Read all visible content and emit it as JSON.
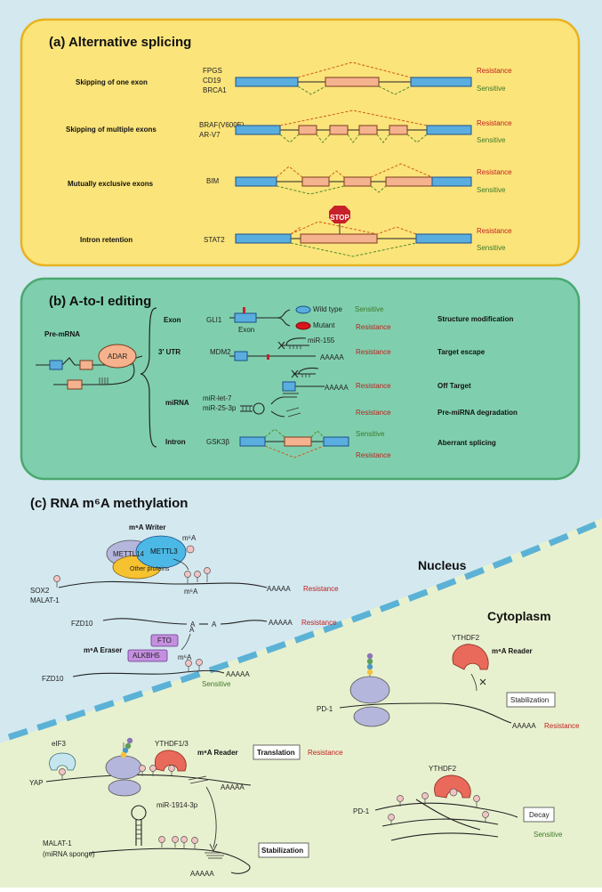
{
  "panel_a": {
    "title": "(a)  Alternative splicing",
    "rows": [
      {
        "type": "Skipping of one exon",
        "genes": [
          "FPGS",
          "CD19",
          "BRCA1"
        ],
        "resistance": "Resistance",
        "sensitive": "Sensitive"
      },
      {
        "type": "Skipping of multiple exons",
        "genes": [
          "BRAF(V600E)",
          "AR-V7"
        ],
        "resistance": "Resistance",
        "sensitive": "Sensitive"
      },
      {
        "type": "Mutually exclusive exons",
        "genes": [
          "BIM"
        ],
        "resistance": "Resistance",
        "sensitive": "Sensitive"
      },
      {
        "type": "Intron retention",
        "genes": [
          "STAT2"
        ],
        "resistance": "Resistance",
        "sensitive": "Sensitive",
        "stop": "STOP"
      }
    ]
  },
  "panel_b": {
    "title": "(b)  A-to-I editing",
    "pre_mrna": "Pre-mRNA",
    "adar": "ADAR",
    "exon": {
      "label": "Exon",
      "gene": "GLI1",
      "exon_caption": "Exon",
      "wild": "Wild type",
      "mutant": "Mutant",
      "sensitive": "Sensitive",
      "resistance": "Resistance",
      "outcome": "Structure modification"
    },
    "utr": {
      "label": "3′ UTR",
      "gene": "MDM2",
      "mirna": "miR-155",
      "polya": "AAAAA",
      "resistance": "Resistance",
      "outcome": "Target escape"
    },
    "mirna": {
      "label": "miRNA",
      "genes": [
        "miR-let-7",
        "miR-25-3p"
      ],
      "polya": "AAAAA",
      "resistance1": "Resistance",
      "resistance2": "Resistance",
      "outcome1": "Off Target",
      "outcome2": "Pre-miRNA degradation"
    },
    "intron": {
      "label": "Intron",
      "gene": "GSK3β",
      "sensitive": "Sensitive",
      "resistance": "Resistance",
      "outcome": "Aberrant splicing"
    }
  },
  "panel_c": {
    "title": "(c)   RNA m⁶A methylation",
    "nucleus": "Nucleus",
    "cytoplasm": "Cytoplasm",
    "writer": {
      "title": "m⁶A Writer",
      "mettl14": "METTL14",
      "mettl3": "METTL3",
      "other": "Other proteins",
      "m6a": "m⁶A"
    },
    "sox2": {
      "genes": [
        "SOX2",
        "MALAT-1"
      ],
      "m6a": "m⁶A",
      "polya": "AAAAA",
      "resistance": "Resistance"
    },
    "fzd10_a": {
      "gene": "FZD10",
      "a1": "A",
      "a2": "A",
      "polya": "AAAAA",
      "resistance": "Resistance"
    },
    "eraser": {
      "title": "m⁶A Eraser",
      "fto": "FTO",
      "alkbh5": "ALKBH5",
      "a": "A",
      "m6a": "m⁶A",
      "gene": "FZD10",
      "polya": "AAAAA",
      "sensitive": "Sensitive"
    },
    "pd1_stab": {
      "reader": "YTHDF2",
      "reader_title": "m⁶A Reader",
      "gene": "PD-1",
      "polya": "AAAAA",
      "box": "Stabilization",
      "resistance": "Resistance"
    },
    "yap": {
      "eif3": "eIF3",
      "reader": "YTHDF1/3",
      "reader_title": "m⁶A Reader",
      "gene": "YAP",
      "polya": "AAAAA",
      "box": "Translation",
      "resistance": "Resistance",
      "mirna": "miR-1914-3p"
    },
    "malat": {
      "gene": "MALAT-1",
      "sub": "(miRNA sponge)",
      "polya": "AAAAA",
      "box": "Stabilization"
    },
    "pd1_decay": {
      "reader": "YTHDF2",
      "gene": "PD-1",
      "box": "Decay",
      "sensitive": "Sensitive"
    }
  },
  "colors": {
    "panel_a_bg": "#fbe47a",
    "panel_b_bg": "#7fcfae",
    "nucleus_bg": "#cfe5ec",
    "cytoplasm_bg": "#e8f1cf",
    "resistance": "#c0201e",
    "sensitive": "#3d7a2a",
    "exon_blue": "#5aaedf",
    "exon_orange": "#f5b28f"
  }
}
